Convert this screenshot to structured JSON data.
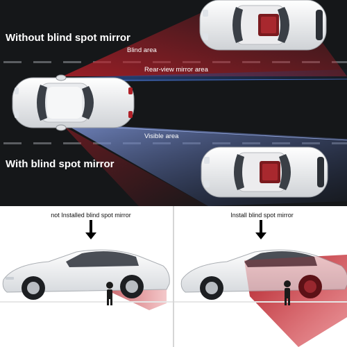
{
  "top_panel": {
    "heading_without": "Without blind spot mirror",
    "heading_with": "With blind spot mirror",
    "label_blind_area": "Blind area",
    "label_rearview_area": "Rear-view mirror area",
    "label_visible_area": "Visible area"
  },
  "bottom_panel": {
    "left_caption": "not Installed blind spot mirror",
    "right_caption": "Install blind spot mirror"
  },
  "colors": {
    "background_dark": "#151719",
    "blind_area": "#c0202a",
    "rearview_area": "#1f3f7a",
    "visible_area": "#6f86c9",
    "lane_marking": "#5a5d61",
    "car_body": "#f2f2f2"
  }
}
